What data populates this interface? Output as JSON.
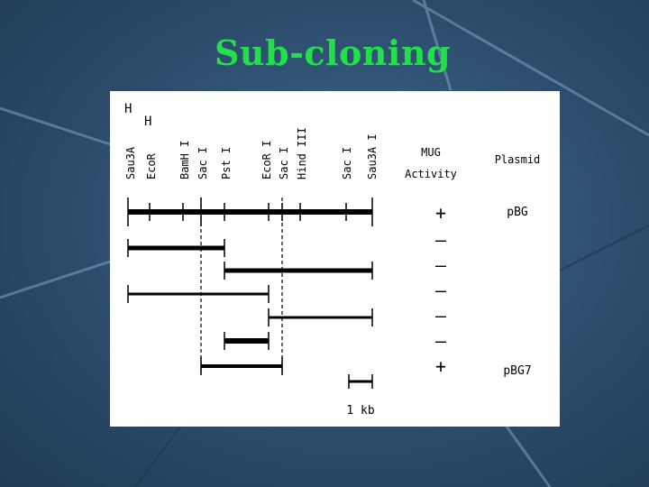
{
  "title": "Sub-cloning",
  "enzymes": [
    "Sau3A",
    "EcoR",
    "BamH I",
    "Sac I",
    "Pst I",
    "EcoR I",
    "Sac I",
    "Hind III",
    "Sac I",
    "Sau3A I"
  ],
  "enzyme_marks": [
    "H",
    "H"
  ],
  "headers": {
    "activity_line1": "MUG",
    "activity_line2": "Activity",
    "plasmid": "Plasmid"
  },
  "fragments": [
    {
      "activity": "+",
      "plasmid": "pBG"
    },
    {
      "activity": "–",
      "plasmid": ""
    },
    {
      "activity": "–",
      "plasmid": ""
    },
    {
      "activity": "–",
      "plasmid": ""
    },
    {
      "activity": "–",
      "plasmid": ""
    },
    {
      "activity": "–",
      "plasmid": ""
    },
    {
      "activity": "+",
      "plasmid": "pBG7"
    }
  ],
  "scale_label": "1 kb"
}
